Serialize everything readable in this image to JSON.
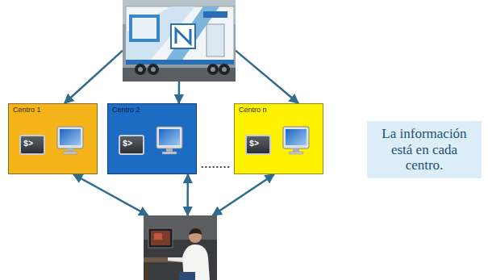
{
  "diagram": {
    "nodes": [
      {
        "text": []
      },
      {
        "text": [
          "Centro 1",
          "$>"
        ]
      },
      {
        "text": [
          "Centro 2",
          "$>"
        ]
      },
      {
        "text": [
          "Centro n",
          "$>"
        ]
      },
      {
        "text": [
          "La información está en cada centro."
        ]
      },
      {
        "text": []
      }
    ],
    "edges": [
      {
        "from": 0,
        "to": 1,
        "arrow": "to"
      },
      {
        "from": 0,
        "to": 2,
        "arrow": "to"
      },
      {
        "from": 0,
        "to": 3,
        "arrow": "to"
      },
      {
        "from": 1,
        "to": 5,
        "arrow": "both"
      },
      {
        "from": 2,
        "to": 5,
        "arrow": "both"
      },
      {
        "from": 3,
        "to": 5,
        "arrow": "both"
      }
    ],
    "labels": [
      "........"
    ]
  }
}
